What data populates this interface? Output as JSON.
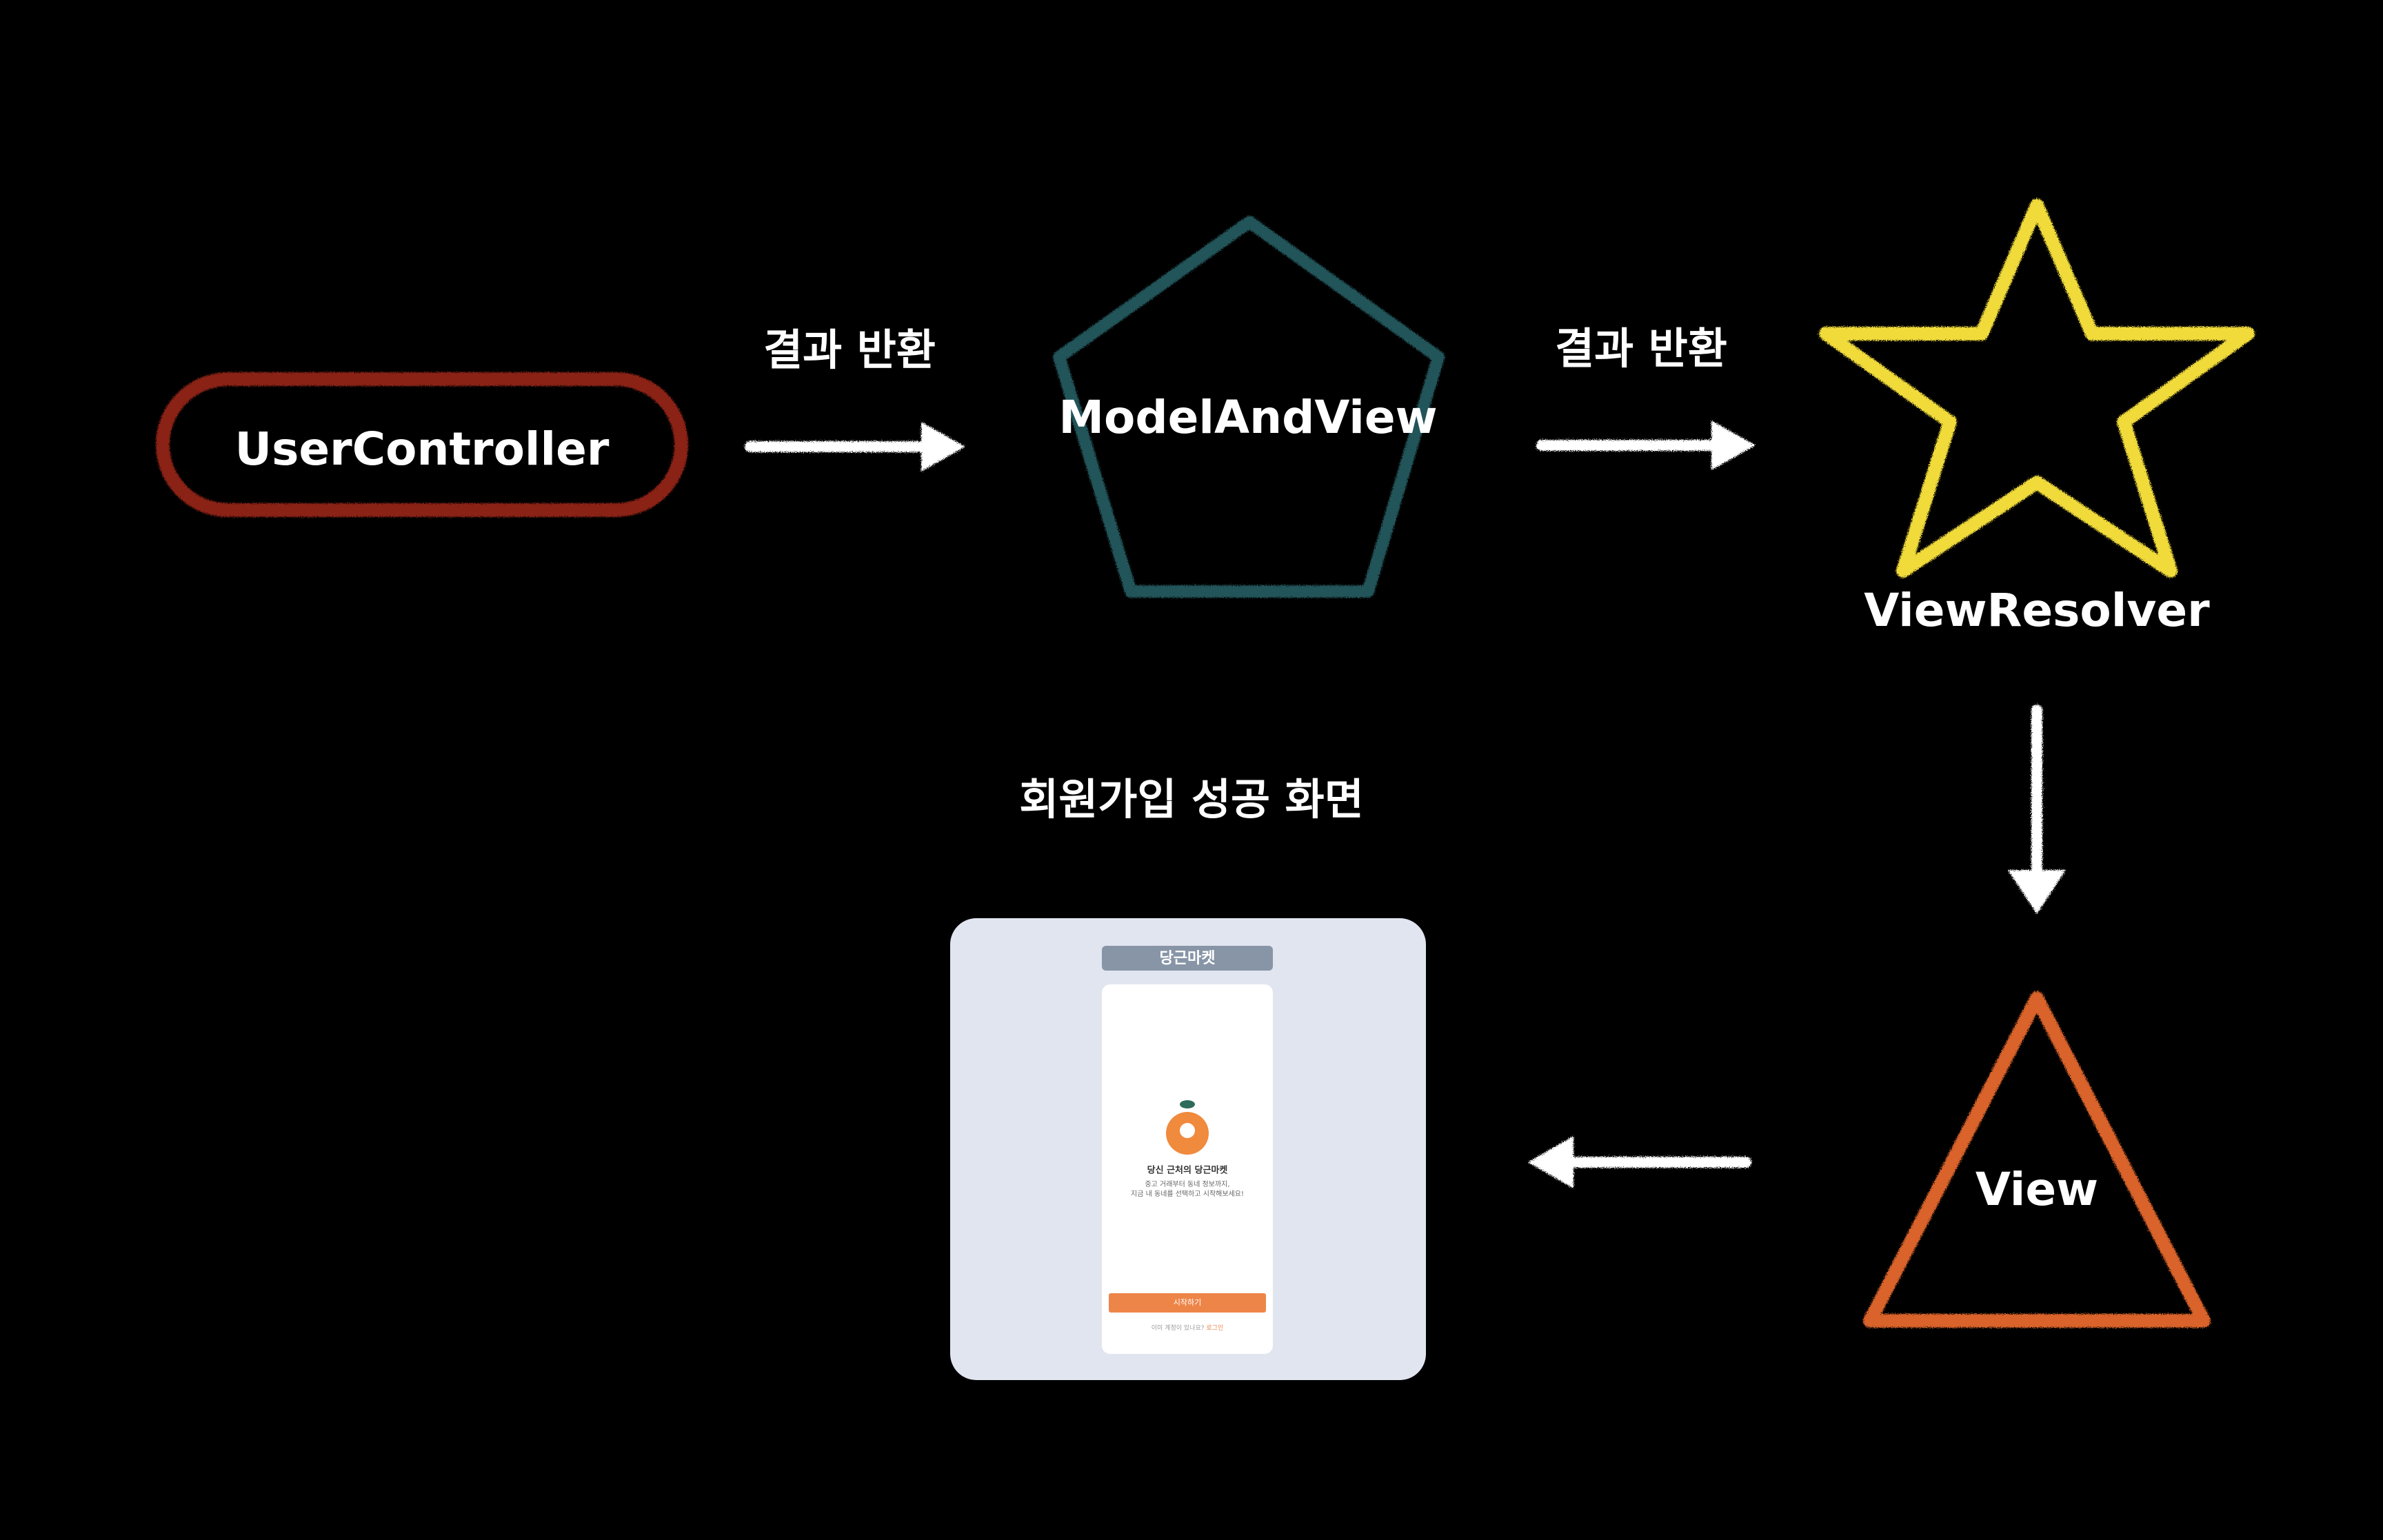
{
  "nodes": {
    "user_controller": {
      "label": "UserController",
      "color": "#8b2314",
      "shape": "pill"
    },
    "model_and_view": {
      "label": "ModelAndView",
      "color": "#24545a",
      "shape": "pentagon"
    },
    "view_resolver": {
      "label": "ViewResolver",
      "color": "#f1db3b",
      "shape": "star"
    },
    "view": {
      "label": "View",
      "color": "#d9632a",
      "shape": "triangle"
    }
  },
  "edges": [
    {
      "from": "user_controller",
      "to": "model_and_view",
      "label": "결과 반환"
    },
    {
      "from": "model_and_view",
      "to": "view_resolver",
      "label": "결과 반환"
    },
    {
      "from": "view_resolver",
      "to": "view",
      "label": ""
    },
    {
      "from": "view",
      "to": "signup_screen",
      "label": ""
    }
  ],
  "signup_screen": {
    "caption": "회원가입 성공 화면",
    "title": "당근마켓",
    "headline": "당신 근처의 당근마켓",
    "description": [
      "중고 거래부터 동네 정보까지,",
      "지금 내 동네를 선택하고 시작해보세요!"
    ],
    "start_button": "시작하기",
    "login_prompt": "이미 계정이 있나요?",
    "login_link": "로그인",
    "colors": {
      "panel": "#e1e5ef",
      "title_bar": "#8795a7",
      "phone": "#ffffff",
      "accent": "#ee8548",
      "logo": "#f08a3d",
      "leaf": "#2e6b5b"
    }
  },
  "colors": {
    "background": "#000000",
    "text": "#ffffff",
    "arrow": "#ffffff"
  }
}
